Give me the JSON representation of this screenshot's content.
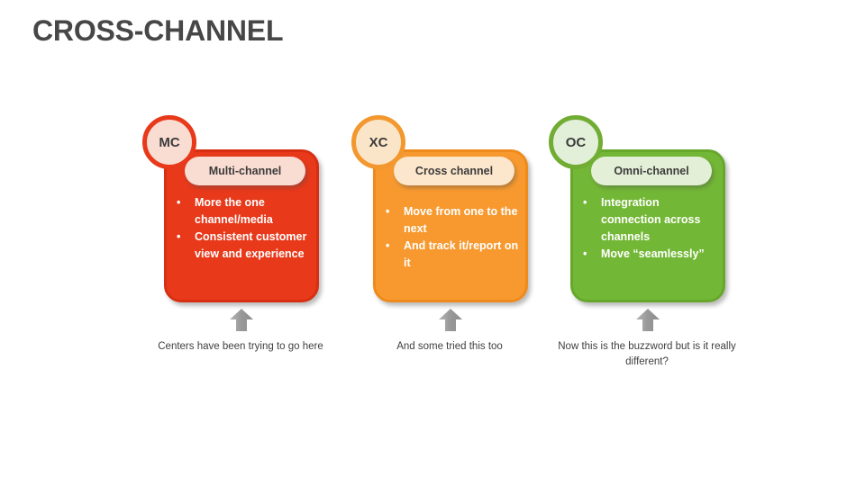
{
  "slide": {
    "title": "CROSS-CHANNEL",
    "background_color": "#ffffff",
    "title_color": "#474747"
  },
  "columns": [
    {
      "code": "MC",
      "header": "Multi-channel",
      "bullets": [
        "More the one channel/media",
        "Consistent customer view and experience"
      ],
      "caption": "Centers have been trying to go here",
      "arrow_icon": "arrow-up-icon",
      "colors": {
        "card": "#E8391B",
        "card_border": "#D82F12",
        "pill": "#F9DCD2",
        "circle_fill": "#F9DCD2",
        "circle_ring": "#E8391B",
        "text": "#FFFFFF"
      }
    },
    {
      "code": "XC",
      "header": "Cross channel",
      "bullets": [
        "Move from one to the next",
        "And track it/report on it"
      ],
      "caption": "And some tried this too",
      "arrow_icon": "arrow-up-icon",
      "colors": {
        "card": "#F7992F",
        "card_border": "#EE8B1C",
        "pill": "#FCE7CC",
        "circle_fill": "#FBE5C8",
        "circle_ring": "#F2982F",
        "text": "#FFFFFF"
      }
    },
    {
      "code": "OC",
      "header": "Omni-channel",
      "bullets": [
        "Integration connection across channels",
        "Move “seamlessly”"
      ],
      "caption": "Now this is the buzzword but is it really different?",
      "arrow_icon": "arrow-up-icon",
      "colors": {
        "card": "#73B736",
        "card_border": "#67A82C",
        "pill": "#E3EFD7",
        "circle_fill": "#E2EFD9",
        "circle_ring": "#70AD32",
        "text": "#FFFFFF"
      }
    }
  ],
  "arrow_color": "#9A9A9A",
  "caption_color": "#404040"
}
